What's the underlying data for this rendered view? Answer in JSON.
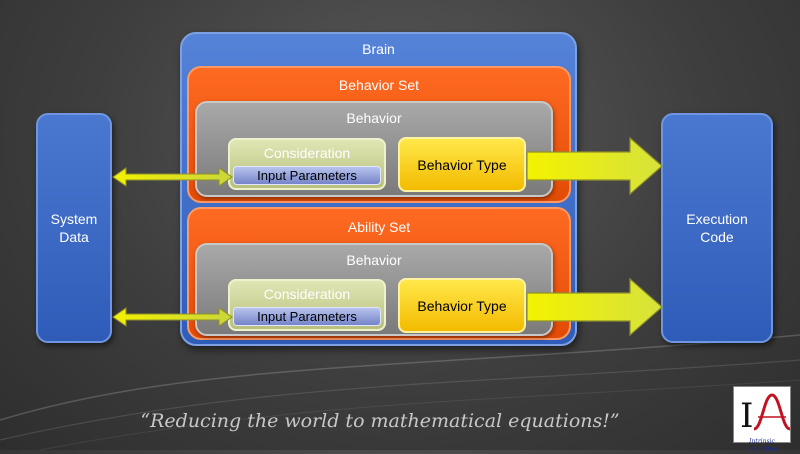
{
  "system_data": {
    "line1": "System",
    "line2": "Data"
  },
  "execution_code": {
    "line1": "Execution",
    "line2": "Code"
  },
  "brain": {
    "label": "Brain"
  },
  "behavior_set": {
    "label": "Behavior Set",
    "behavior": {
      "label": "Behavior",
      "consideration": "Consideration",
      "input_parameters": "Input Parameters",
      "behavior_type": "Behavior Type"
    }
  },
  "ability_set": {
    "label": "Ability Set",
    "behavior": {
      "label": "Behavior",
      "consideration": "Consideration",
      "input_parameters": "Input Parameters",
      "behavior_type": "Behavior Type"
    }
  },
  "quote": "“Reducing the world to mathematical equations!”",
  "logo": {
    "letters": "IA",
    "text": "Intrinsic Algorithm"
  },
  "colors": {
    "blue": "#2f5cb8",
    "orange": "#e24b05",
    "gray": "#8a8a8a",
    "yellow": "#f3bb00",
    "consideration": "#c9cf90",
    "input": "#8a97d6"
  }
}
